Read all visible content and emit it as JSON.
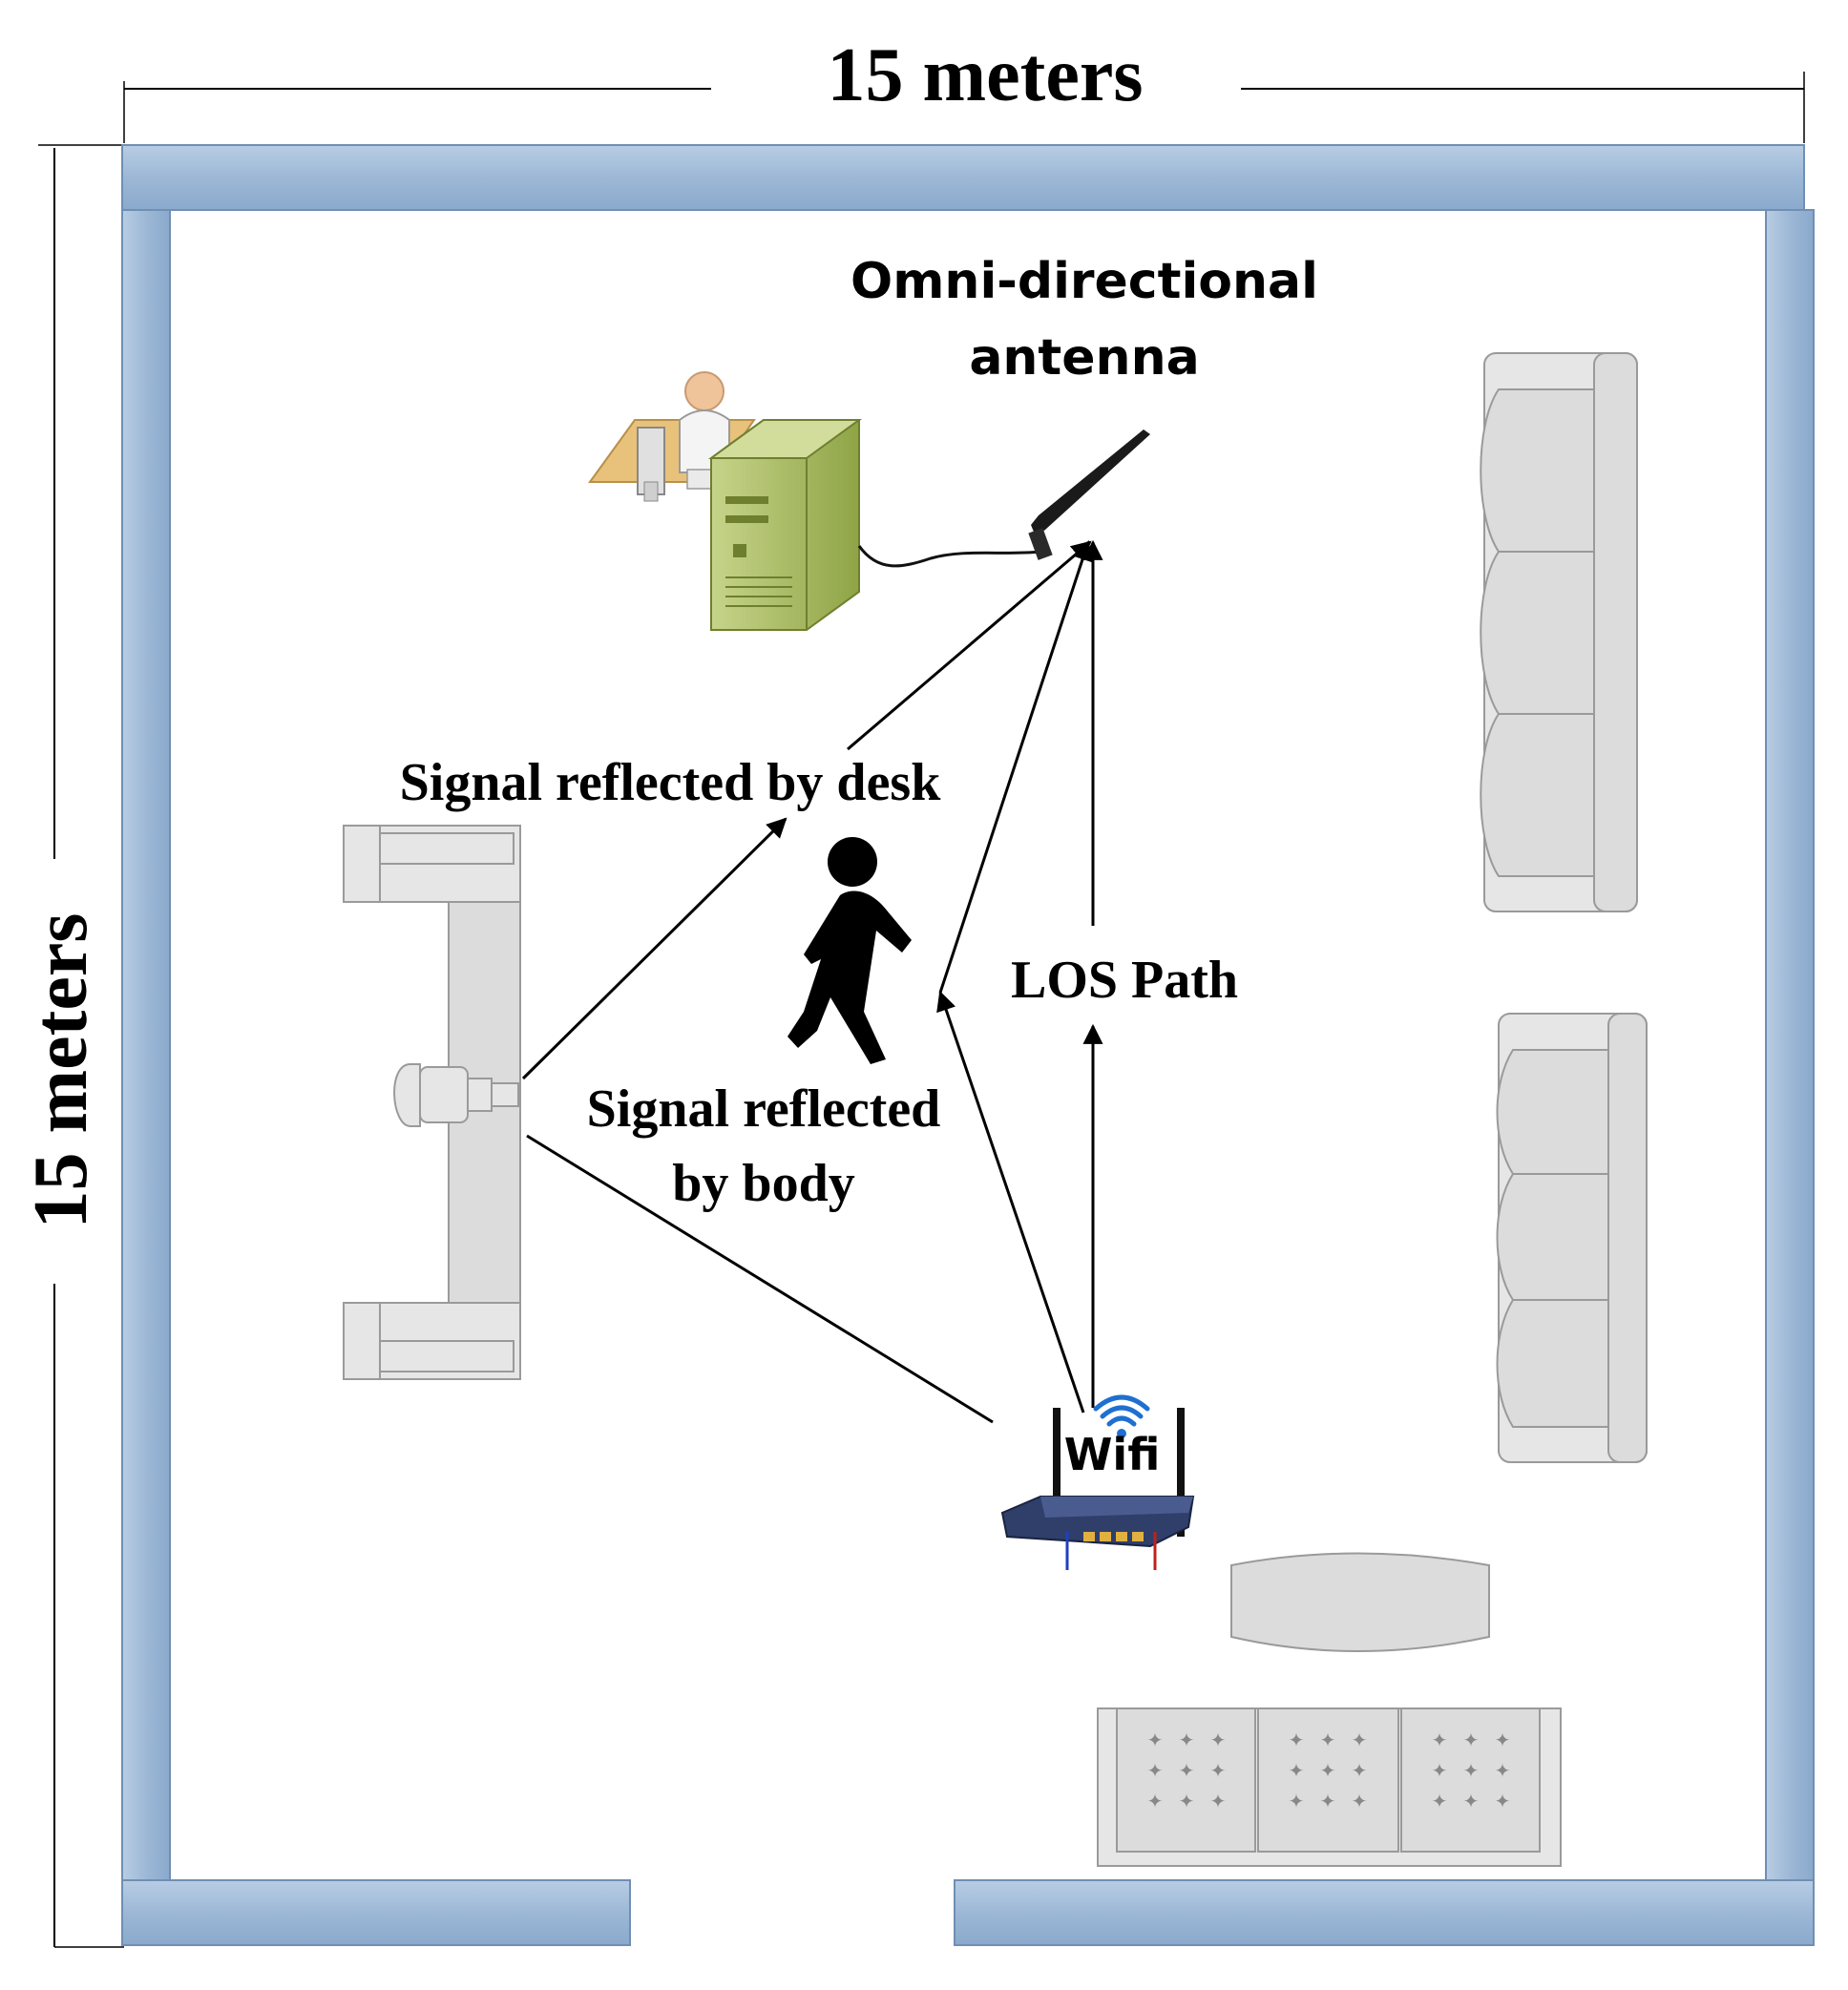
{
  "dimensions": {
    "width_label": "15 meters",
    "height_label": "15 meters"
  },
  "labels": {
    "antenna_line1": "Omni-directional",
    "antenna_line2": "antenna",
    "desk_reflection": "Signal reflected by desk",
    "body_reflection_line1": "Signal reflected",
    "body_reflection_line2": "by body",
    "los_path": "LOS Path",
    "router_text": "Wifi"
  },
  "icons": {
    "workstation": "user-at-computer-icon",
    "antenna": "antenna-icon",
    "person": "walking-person-icon",
    "router": "wifi-router-icon"
  },
  "colors": {
    "wall_fill": "#9db8d6",
    "wall_stroke": "#6f8fb3",
    "furniture": "#dcdcdc",
    "wifi_blue": "#1f6fd1",
    "computer_green": "#a6bb5a"
  }
}
